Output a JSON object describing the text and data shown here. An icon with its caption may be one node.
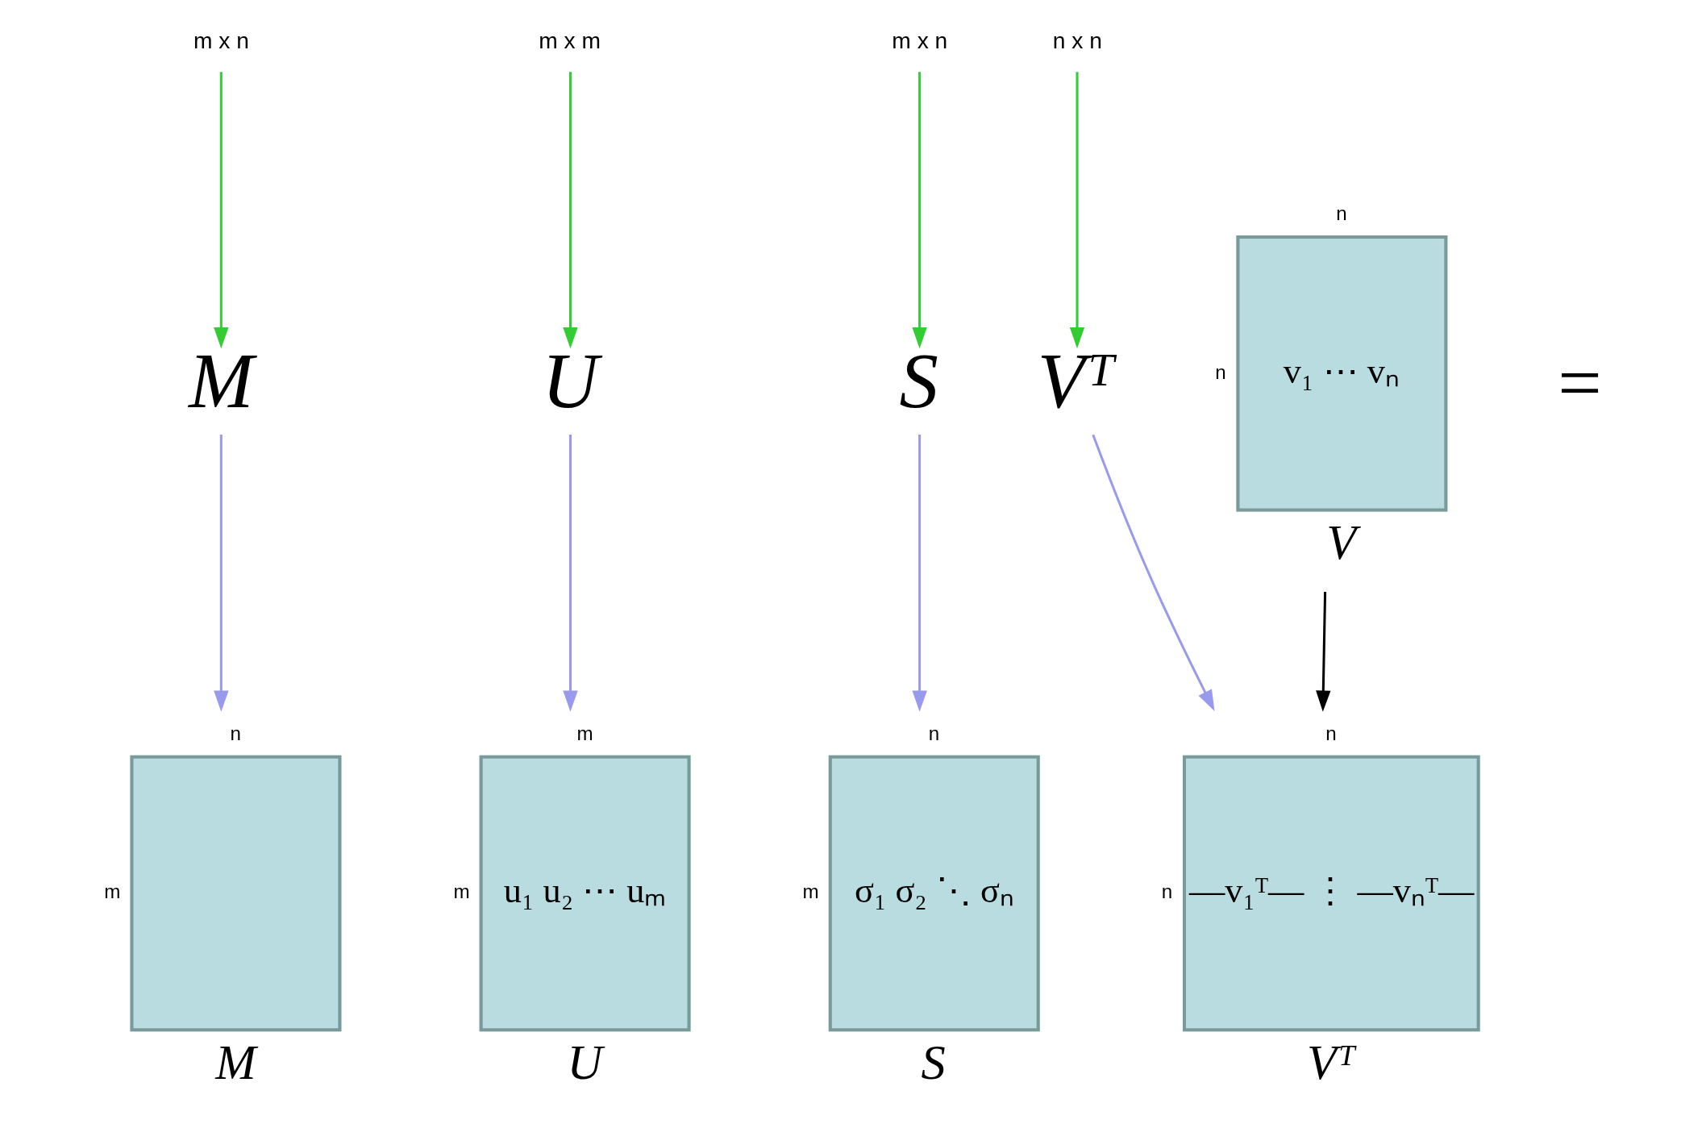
{
  "diagram": {
    "nodes": [
      {
        "text": [
          "m x n"
        ]
      },
      {
        "text": [
          "m x m"
        ]
      },
      {
        "text": [
          "m x n"
        ]
      },
      {
        "text": [
          "n x n"
        ]
      },
      {
        "text": [
          "M"
        ]
      },
      {
        "text": [
          "U"
        ]
      },
      {
        "text": [
          "S"
        ]
      },
      {
        "text": [
          "Vᵀ"
        ]
      },
      {
        "text": [
          "v₁ ⋯ vₙ",
          "V"
        ],
        "beside": [
          "n",
          "n"
        ]
      },
      {
        "text": [
          "M"
        ],
        "beside": [
          "n",
          "m"
        ]
      },
      {
        "text": [
          "u₁ u₂ ⋯ uₘ",
          "U"
        ],
        "beside": [
          "m",
          "m"
        ]
      },
      {
        "text": [
          "σ₁ σ₂ ⋱ σₙ",
          "S"
        ],
        "beside": [
          "n",
          "m"
        ]
      },
      {
        "text": [
          "—v₁ᵀ— ⋮ —vₙᵀ—",
          "Vᵀ"
        ],
        "beside": [
          "n",
          "n"
        ]
      }
    ],
    "edges": [
      {
        "from": 0,
        "to": 4,
        "arrow": "to",
        "color": "#33cc33"
      },
      {
        "from": 1,
        "to": 5,
        "arrow": "to",
        "color": "#33cc33"
      },
      {
        "from": 2,
        "to": 6,
        "arrow": "to",
        "color": "#33cc33"
      },
      {
        "from": 3,
        "to": 7,
        "arrow": "to",
        "color": "#33cc33"
      },
      {
        "from": 4,
        "to": 9,
        "arrow": "to",
        "color": "#9999ee"
      },
      {
        "from": 5,
        "to": 10,
        "arrow": "to",
        "color": "#9999ee"
      },
      {
        "from": 6,
        "to": 11,
        "arrow": "to",
        "color": "#9999ee"
      },
      {
        "from": 7,
        "to": 12,
        "arrow": "to",
        "color": "#9999ee"
      },
      {
        "from": 8,
        "to": 12,
        "arrow": "to",
        "color": "#000000"
      }
    ],
    "labels": [
      "="
    ]
  }
}
